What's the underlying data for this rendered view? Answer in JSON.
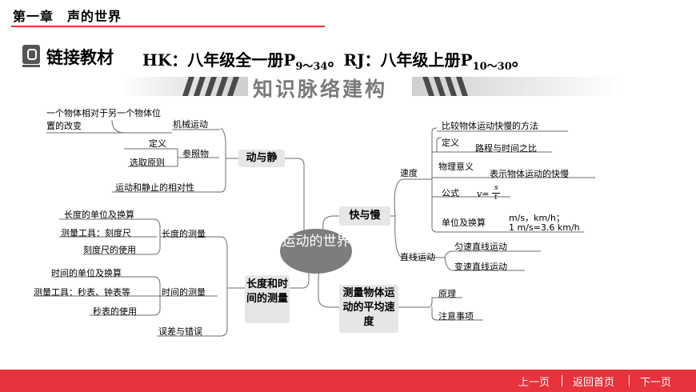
{
  "header": {
    "chapter": "第一章　声的世界",
    "link_label": "链接教材",
    "hk_prefix": "HK：八年级全一册P",
    "hk_pages": "9～34",
    "rj_prefix": "。RJ：八年级上册P",
    "rj_pages": "10～30",
    "rj_suffix": "。"
  },
  "banner": {
    "title": "知识脉络建构"
  },
  "mindmap": {
    "center": "运动的世界",
    "branches": {
      "motion_rest": {
        "label": "动与静",
        "mechanical_motion": {
          "label": "机械运动",
          "definition": "一个物体相对于另一个物体位置的改变"
        },
        "reference": {
          "label": "参照物",
          "definition": "定义",
          "selection": "选取原则"
        },
        "relativity": "运动和静止的相对性"
      },
      "length_time": {
        "label": "长度和时间的测量",
        "length": {
          "label": "长度的测量",
          "units": "长度的单位及换算",
          "tool": "测量工具：刻度尺",
          "use": "刻度尺的使用"
        },
        "time": {
          "label": "时间的测量",
          "units": "时间的单位及换算",
          "tool": "测量工具：秒表、钟表等",
          "use": "秒表的使用"
        },
        "error": "误差与错误"
      },
      "fast_slow": {
        "label": "快与慢",
        "speed": {
          "label": "速度",
          "method": "比较物体运动快慢的方法",
          "definition": "定义",
          "definition_text": "路程与时间之比",
          "meaning": "物理意义",
          "meaning_text": "表示物体运动的快慢",
          "formula": "公式",
          "formula_lhs": "v=",
          "formula_num": "s",
          "formula_den": "t",
          "units": "单位及换算",
          "units_line1": "m/s，km/h；",
          "units_line2": "1 m/s=3.6 km/h"
        },
        "linear": {
          "label": "直线运动",
          "uniform": "匀速直线运动",
          "variable": "变速直线运动"
        }
      },
      "average_speed": {
        "label": "测量物体运动的平均速度",
        "principle": "原理",
        "notes": "注意事项"
      }
    }
  },
  "footer": {
    "prev": "上一页",
    "home": "返回首页",
    "next": "下一页"
  },
  "colors": {
    "accent": "#e8323c",
    "node": "#e6e6e6",
    "center": "#7d7d7d",
    "line": "#6b6b6b"
  }
}
